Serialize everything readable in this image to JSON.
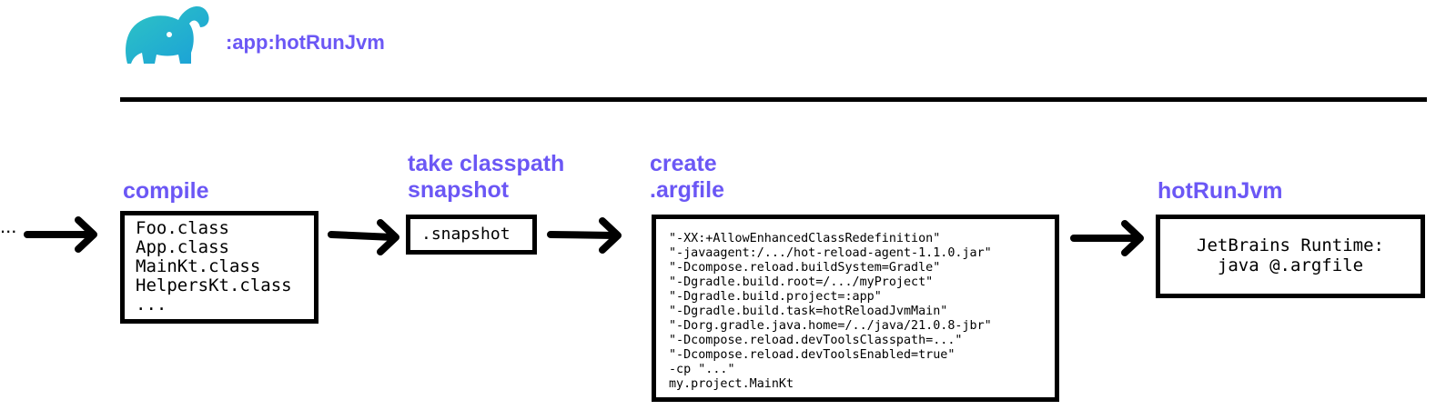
{
  "task_name": ":app:hotRunJvm",
  "leading_ellipsis": "...",
  "steps": [
    {
      "label": "compile",
      "lines": [
        "Foo.class",
        "App.class",
        "MainKt.class",
        "HelpersKt.class",
        "..."
      ]
    },
    {
      "label": "take classpath\nsnapshot",
      "lines": [
        ".snapshot"
      ]
    },
    {
      "label": "create\n.argfile",
      "lines": [
        "\"-XX:+AllowEnhancedClassRedefinition\"",
        "\"-javaagent:/.../hot-reload-agent-1.1.0.jar\"",
        "\"-Dcompose.reload.buildSystem=Gradle\"",
        "\"-Dgradle.build.root=/.../myProject\"",
        "\"-Dgradle.build.project=:app\"",
        "\"-Dgradle.build.task=hotReloadJvmMain\"",
        "\"-Dorg.gradle.java.home=/../java/21.0.8-jbr\"",
        "\"-Dcompose.reload.devToolsClasspath=...\"",
        "\"-Dcompose.reload.devToolsEnabled=true\"",
        "-cp \"...\"",
        "my.project.MainKt"
      ]
    },
    {
      "label": "hotRunJvm",
      "lines": [
        "JetBrains Runtime:",
        "java @.argfile"
      ]
    }
  ],
  "colors": {
    "accent": "#6b57f5",
    "logo_light": "#2ec4c4",
    "logo_dark": "#1aa0d8"
  },
  "icons": {
    "logo": "gradle-elephant-icon"
  }
}
